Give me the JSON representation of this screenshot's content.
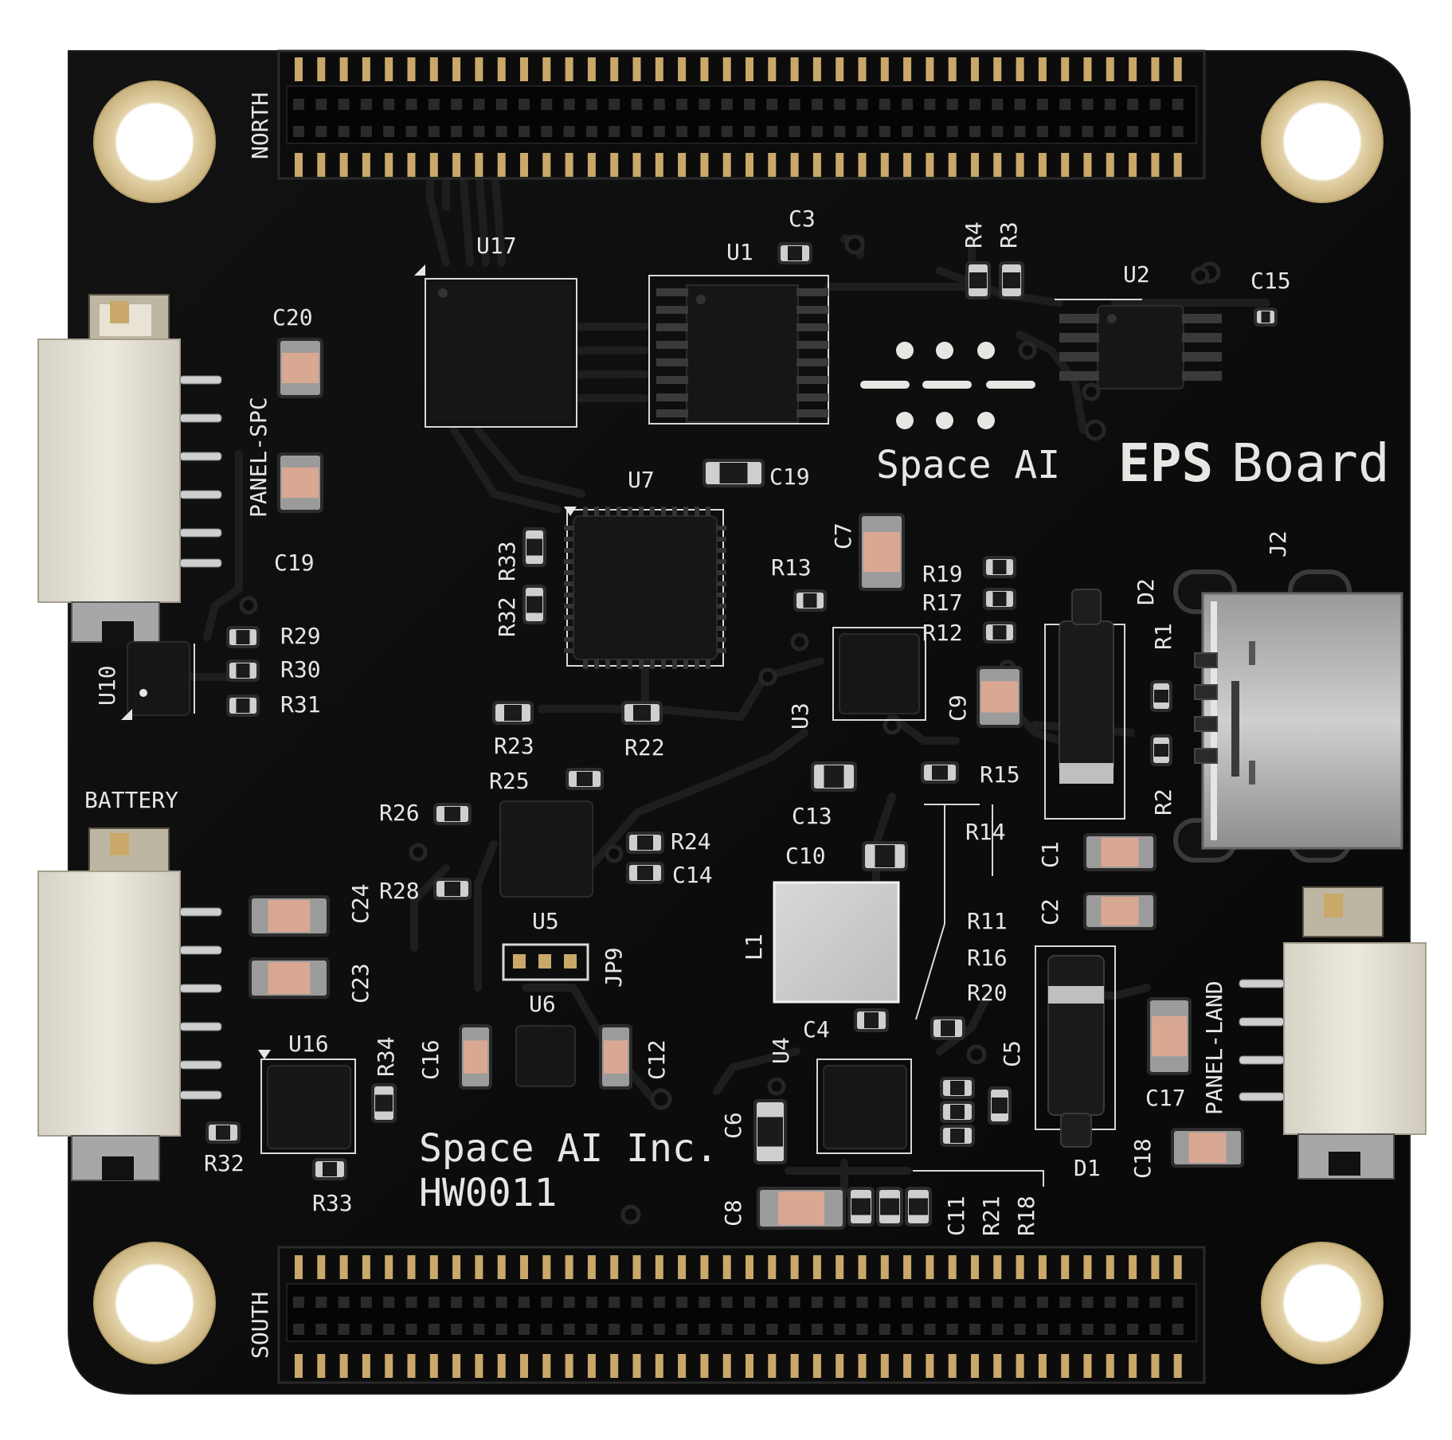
{
  "brand": {
    "logo_text": "Space AI",
    "board_title_bold": "EPS",
    "board_title_rest": "Board",
    "company": "Space AI Inc.",
    "part_number": "HW0011"
  },
  "headers": {
    "north": "NORTH",
    "south": "SOUTH"
  },
  "connectors": {
    "panel_spc": "PANEL-SPC",
    "battery": "BATTERY",
    "panel_land": "PANEL-LAND",
    "usb": "J2"
  },
  "designators": {
    "U17": "U17",
    "U1": "U1",
    "C3": "C3",
    "R4": "R4",
    "R3": "R3",
    "U2": "U2",
    "C15": "C15",
    "C20": "C20",
    "C19a": "C19",
    "U7": "U7",
    "C19b": "C19",
    "R33a": "R33",
    "R32a": "R32",
    "C7": "C7",
    "R13": "R13",
    "R19": "R19",
    "R17": "R17",
    "R12": "R12",
    "D2": "D2",
    "R1": "R1",
    "R29": "R29",
    "R30": "R30",
    "R31": "R31",
    "U10": "U10",
    "R23": "R23",
    "R22": "R22",
    "U3": "U3",
    "C9": "C9",
    "R2": "R2",
    "R15": "R15",
    "R25": "R25",
    "R26": "R26",
    "R24": "R24",
    "C14": "C14",
    "R28": "R28",
    "C13": "C13",
    "C10": "C10",
    "R14": "R14",
    "C1": "C1",
    "C2": "C2",
    "C24": "C24",
    "C23": "C23",
    "U5": "U5",
    "JP9": "JP9",
    "U6": "U6",
    "L1": "L1",
    "R11": "R11",
    "R16": "R16",
    "R20": "R20",
    "C16": "C16",
    "C12": "C12",
    "U16": "U16",
    "R34": "R34",
    "C4": "C4",
    "U4": "U4",
    "C5": "C5",
    "C6": "C6",
    "C17": "C17",
    "D1": "D1",
    "C18": "C18",
    "R32b": "R32",
    "R33b": "R33",
    "C8": "C8",
    "C11": "C11",
    "R21": "R21",
    "R18": "R18"
  },
  "colors": {
    "solder_mask": "#0b0b0b",
    "copper_trace": "#1c1c1c",
    "silkscreen": "#e6e6e3",
    "pad_gold": "#d8c69b",
    "connector_housing": "#e4e0d4",
    "cap_body": "#d9a892",
    "ic_body": "#161616"
  }
}
